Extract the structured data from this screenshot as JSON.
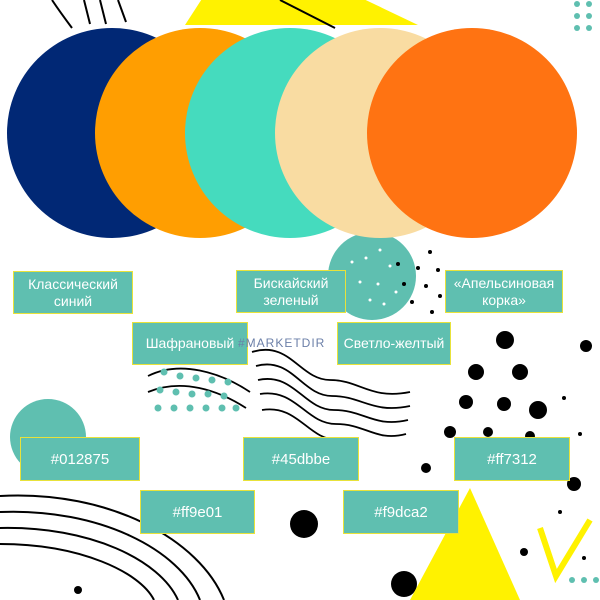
{
  "swatches": [
    {
      "name": "Классический синий",
      "hex": "#012875",
      "color": "#012875"
    },
    {
      "name": "Шафрановый",
      "hex": "#ff9e01",
      "color": "#ff9e01"
    },
    {
      "name": "Бискайский зеленый",
      "hex": "#45dbbe",
      "color": "#45dbbe"
    },
    {
      "name": "Светло-желтый",
      "hex": "#f9dca2",
      "color": "#f9dca2"
    },
    {
      "name": "«Апельсиновая корка»",
      "hex": "#ff7312",
      "color": "#ff7312"
    }
  ],
  "name_labels": {
    "s0": "Классический синий",
    "s1": "Шафрановый",
    "s2": "Бискайский зеленый",
    "s3": "Светло-желтый",
    "s4": "«Апельсиновая корка»"
  },
  "hex_labels": {
    "s0": "#012875",
    "s1": "#ff9e01",
    "s2": "#45dbbe",
    "s3": "#f9dca2",
    "s4": "#ff7312"
  },
  "watermark": "#MARKETDIR",
  "colors": {
    "label_bg": "#5fbfb0",
    "label_border": "#e8e23a",
    "accent_yellow": "#fff200",
    "teal_decor": "#5fbfb0",
    "ink": "#000000"
  }
}
